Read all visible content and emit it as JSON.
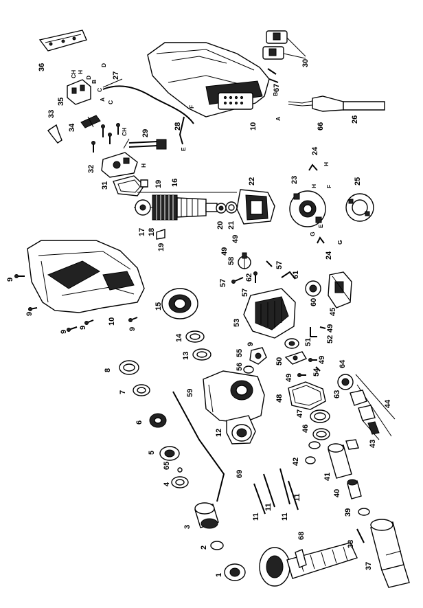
{
  "parts": {
    "p1": "1",
    "p2": "2",
    "p3": "3",
    "p4": "4",
    "p5": "5",
    "p6": "6",
    "p7": "7",
    "p8": "8",
    "p9": "9",
    "p10": "10",
    "p11": "11",
    "p12": "12",
    "p13": "13",
    "p14": "14",
    "p15": "15",
    "p16": "16",
    "p17": "17",
    "p18": "18",
    "p19": "19",
    "p20": "20",
    "p21": "21",
    "p22": "22",
    "p23": "23",
    "p24": "24",
    "p25": "25",
    "p26": "26",
    "p27": "27",
    "p28": "28",
    "p29": "29",
    "p30": "30",
    "p31": "31",
    "p32": "32",
    "p33": "33",
    "p34": "34",
    "p35": "35",
    "p36": "36",
    "p37": "37",
    "p38": "38",
    "p39": "39",
    "p40": "40",
    "p41": "41",
    "p42": "42",
    "p43": "43",
    "p44": "44",
    "p45": "45",
    "p46": "46",
    "p47": "47",
    "p48": "48",
    "p49": "49",
    "p50": "50",
    "p51": "51",
    "p52": "52",
    "p53": "53",
    "p54": "54",
    "p55": "55",
    "p56": "56",
    "p57": "57",
    "p58": "58",
    "p59": "59",
    "p60": "60",
    "p61": "61",
    "p62": "62",
    "p63": "63",
    "p64": "64",
    "p65": "65",
    "p66": "66",
    "p67": "67",
    "p68": "68",
    "p69": "69"
  },
  "wire_letters": {
    "A": "A",
    "B": "B",
    "C": "C",
    "D": "D",
    "E": "E",
    "F": "F",
    "G": "G",
    "H": "H",
    "CH": "CH"
  }
}
